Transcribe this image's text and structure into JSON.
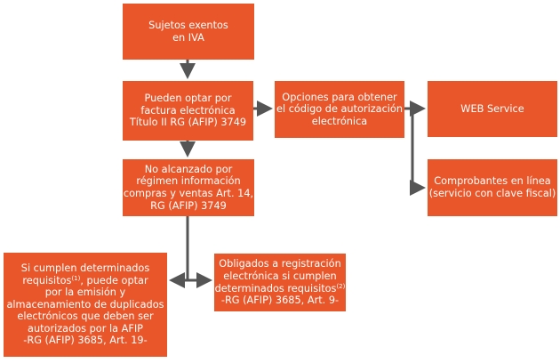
{
  "nodes": {
    "sujetos": {
      "lines": [
        "Sujetos exentos",
        "en IVA"
      ]
    },
    "pueden": {
      "lines": [
        "Pueden optar por",
        "factura electrónica",
        "Título II RG (AFIP) 3749"
      ]
    },
    "opciones": {
      "lines": [
        "Opciones para obtener",
        "el código de autorización",
        "electrónica"
      ]
    },
    "web": {
      "lines": [
        "WEB Service"
      ]
    },
    "comprobantes": {
      "lines": [
        "Comprobantes en línea",
        "(servicio con clave fiscal)"
      ]
    },
    "noalcanzado": {
      "lines": [
        "No alcanzado por",
        "régimen información",
        "compras y ventas Art. 14,",
        "RG (AFIP) 3749"
      ]
    },
    "sicumplen": {
      "line1": "Si cumplen determinados",
      "line2_a": "requisitos",
      "line2_sup": "(1)",
      "line2_b": ", puede optar",
      "rest": [
        "por la emisión y",
        "almacenamiento de duplicados",
        "electrónicos que deben ser",
        "autorizados por la AFIP",
        "-RG (AFIP) 3685, Art. 19-"
      ]
    },
    "obligados": {
      "line1": "Obligados a registración",
      "line2": "electrónica si cumplen",
      "line3_a": "determinados requisitos",
      "line3_sup": "(2)",
      "line4": "-RG (AFIP) 3685, Art. 9-"
    }
  },
  "colors": {
    "box": "#e8562a",
    "connector": "#555555",
    "text": "#ffffff"
  }
}
